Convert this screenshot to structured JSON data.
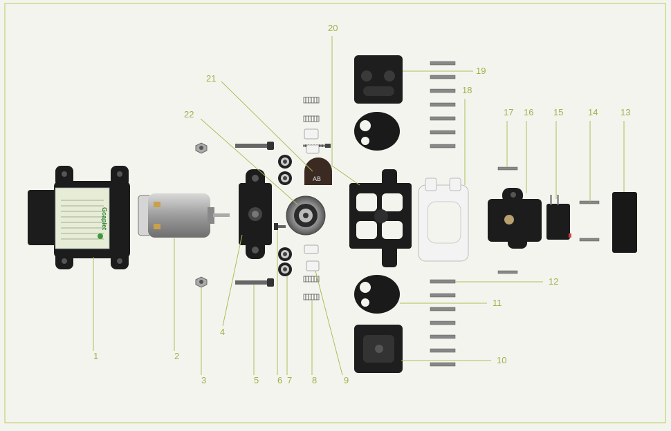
{
  "diagram": {
    "callouts": [
      "1",
      "2",
      "3",
      "4",
      "5",
      "6",
      "7",
      "8",
      "9",
      "10",
      "11",
      "12",
      "13",
      "14",
      "15",
      "16",
      "17",
      "18",
      "19",
      "20",
      "21",
      "22"
    ],
    "motor_label_text": "Gcaplet",
    "bearing_text": "AB",
    "colors": {
      "frame": "#c8d98a",
      "leader": "#a7bf5a",
      "label": "#9bb24a",
      "part_black": "#1c1c1c",
      "metal": "#b8b8b8",
      "white_part": "#f3f3f3"
    }
  }
}
